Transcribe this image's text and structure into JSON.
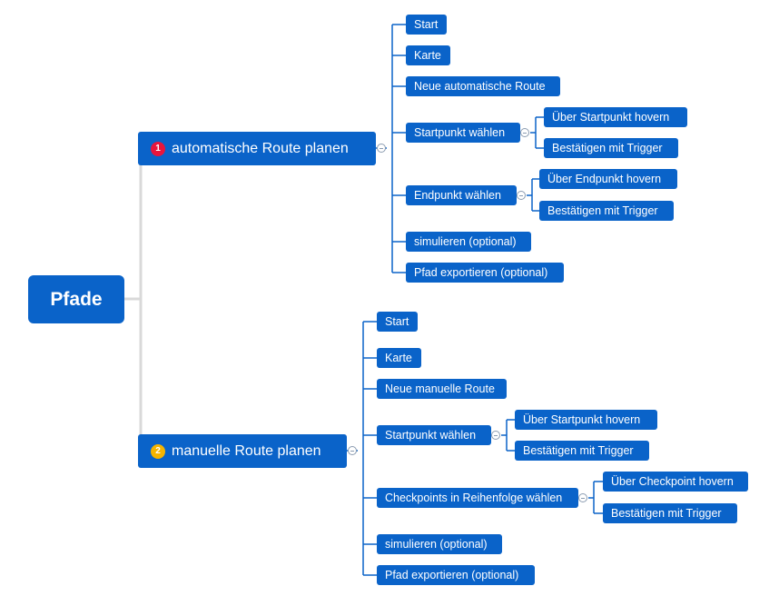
{
  "root": {
    "label": "Pfade"
  },
  "branches": [
    {
      "badge": "1",
      "badge_color": "#e8153c",
      "label": "automatische Route planen",
      "children": [
        {
          "label": "Start"
        },
        {
          "label": "Karte"
        },
        {
          "label": "Neue automatische Route"
        },
        {
          "label": "Startpunkt wählen",
          "children": [
            {
              "label": "Über Startpunkt hovern"
            },
            {
              "label": "Bestätigen mit Trigger"
            }
          ]
        },
        {
          "label": "Endpunkt wählen",
          "children": [
            {
              "label": "Über Endpunkt hovern"
            },
            {
              "label": "Bestätigen mit Trigger"
            }
          ]
        },
        {
          "label": "simulieren (optional)"
        },
        {
          "label": "Pfad exportieren (optional)"
        }
      ]
    },
    {
      "badge": "2",
      "badge_color": "#f4b400",
      "label": "manuelle Route planen",
      "children": [
        {
          "label": "Start"
        },
        {
          "label": "Karte"
        },
        {
          "label": "Neue manuelle Route"
        },
        {
          "label": "Startpunkt wählen",
          "children": [
            {
              "label": "Über Startpunkt hovern"
            },
            {
              "label": "Bestätigen mit Trigger"
            }
          ]
        },
        {
          "label": "Checkpoints in Reihenfolge wählen",
          "children": [
            {
              "label": "Über Checkpoint hovern"
            },
            {
              "label": "Bestätigen mit Trigger"
            }
          ]
        },
        {
          "label": "simulieren (optional)"
        },
        {
          "label": "Pfad exportieren (optional)"
        }
      ]
    }
  ],
  "colors": {
    "node": "#0a63c9",
    "connector": "#0a63c9",
    "trunk": "#d9d9d9"
  }
}
